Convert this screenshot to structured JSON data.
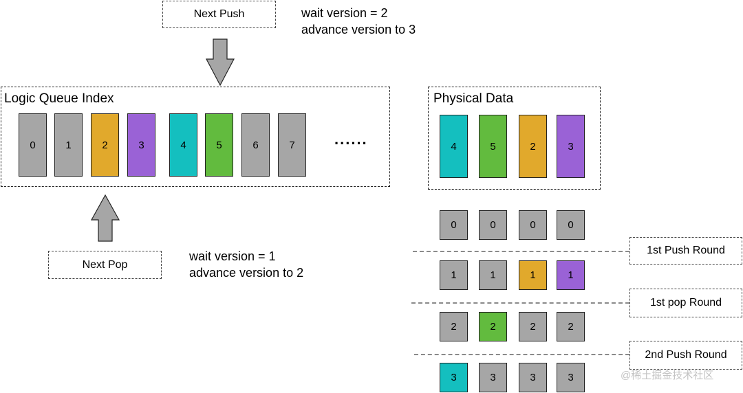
{
  "push": {
    "label": "Next Push",
    "note_line1": "wait version = 2",
    "note_line2": "advance version to 3"
  },
  "pop": {
    "label": "Next Pop",
    "note_line1": "wait version = 1",
    "note_line2": "advance version to 2"
  },
  "logic_queue": {
    "title": "Logic Queue Index",
    "cells": [
      {
        "value": "0",
        "color": "#a6a6a6"
      },
      {
        "value": "1",
        "color": "#a6a6a6"
      },
      {
        "value": "2",
        "color": "#e1a92c"
      },
      {
        "value": "3",
        "color": "#9a62d6"
      },
      {
        "value": "4",
        "color": "#14bfbf"
      },
      {
        "value": "5",
        "color": "#62bb3e"
      },
      {
        "value": "6",
        "color": "#a6a6a6"
      },
      {
        "value": "7",
        "color": "#a6a6a6"
      }
    ],
    "ellipsis": "......"
  },
  "physical": {
    "title": "Physical Data",
    "cells": [
      {
        "value": "4",
        "color": "#14bfbf"
      },
      {
        "value": "5",
        "color": "#62bb3e"
      },
      {
        "value": "2",
        "color": "#e1a92c"
      },
      {
        "value": "3",
        "color": "#9a62d6"
      }
    ]
  },
  "version_rows": [
    {
      "cells": [
        {
          "value": "0",
          "color": "#a6a6a6"
        },
        {
          "value": "0",
          "color": "#a6a6a6"
        },
        {
          "value": "0",
          "color": "#a6a6a6"
        },
        {
          "value": "0",
          "color": "#a6a6a6"
        }
      ]
    },
    {
      "cells": [
        {
          "value": "1",
          "color": "#a6a6a6"
        },
        {
          "value": "1",
          "color": "#a6a6a6"
        },
        {
          "value": "1",
          "color": "#e1a92c"
        },
        {
          "value": "1",
          "color": "#9a62d6"
        }
      ]
    },
    {
      "cells": [
        {
          "value": "2",
          "color": "#a6a6a6"
        },
        {
          "value": "2",
          "color": "#62bb3e"
        },
        {
          "value": "2",
          "color": "#a6a6a6"
        },
        {
          "value": "2",
          "color": "#a6a6a6"
        }
      ]
    },
    {
      "cells": [
        {
          "value": "3",
          "color": "#14bfbf"
        },
        {
          "value": "3",
          "color": "#a6a6a6"
        },
        {
          "value": "3",
          "color": "#a6a6a6"
        },
        {
          "value": "3",
          "color": "#a6a6a6"
        }
      ]
    }
  ],
  "rounds": [
    "1st Push Round",
    "1st pop Round",
    "2nd Push Round"
  ],
  "watermark": "@稀土掘金技术社区"
}
